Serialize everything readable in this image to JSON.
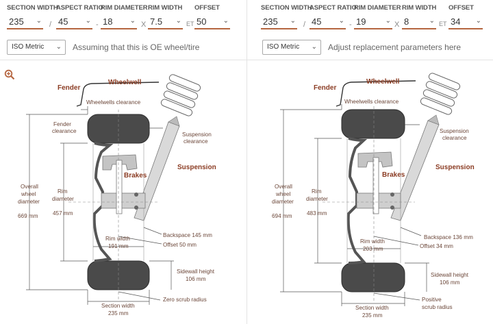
{
  "panels": [
    {
      "params": [
        {
          "label": "SECTION WIDTH",
          "value": "235"
        },
        {
          "label": "ASPECT RATIO",
          "value": "45"
        },
        {
          "label": "RIM DIAMETER",
          "value": "18"
        },
        {
          "label": "RIM WIDTH",
          "value": "7.5"
        },
        {
          "label": "OFFSET",
          "value": "50"
        }
      ],
      "separators": [
        "/",
        "-",
        "X",
        "ET"
      ],
      "standard": "ISO Metric",
      "note": "Assuming that this is OE wheel/tire",
      "diagram": {
        "fender": "Fender",
        "wheelwell": "Wheelwell",
        "wheelwells_clearance": "Wheelwells clearance",
        "fender_clearance_1": "Fender",
        "fender_clearance_2": "clearance",
        "suspension_clearance_1": "Suspension",
        "suspension_clearance_2": "clearance",
        "suspension": "Suspension",
        "brakes": "Brakes",
        "overall_1": "Overall",
        "overall_2": "wheel",
        "overall_3": "diameter",
        "overall_value": "669 mm",
        "rim_1": "Rim",
        "rim_2": "diameter",
        "rim_value": "457 mm",
        "backspace": "Backspace 145 mm",
        "offset": "Offset 50 mm",
        "rim_width_1": "Rim width",
        "rim_width_2": "191 mm",
        "sidewall_1": "Sidewall height",
        "sidewall_2": "106 mm",
        "section_1": "Section width",
        "section_2": "235 mm",
        "scrub_1": "Zero scrub radius",
        "scrub_2": ""
      }
    },
    {
      "params": [
        {
          "label": "SECTION WIDTH",
          "value": "235"
        },
        {
          "label": "ASPECT RATIO",
          "value": "45"
        },
        {
          "label": "RIM DIAMETER",
          "value": "19"
        },
        {
          "label": "RIM WIDTH",
          "value": "8"
        },
        {
          "label": "OFFSET",
          "value": "34"
        }
      ],
      "separators": [
        "/",
        "-",
        "X",
        "ET"
      ],
      "standard": "ISO Metric",
      "note": "Adjust replacement parameters here",
      "diagram": {
        "fender": "Fender",
        "wheelwell": "Wheelwell",
        "wheelwells_clearance": "Wheelwells clearance",
        "fender_clearance_1": "Fender",
        "fender_clearance_2": "clearance",
        "suspension_clearance_1": "Suspension",
        "suspension_clearance_2": "clearance",
        "suspension": "Suspension",
        "brakes": "Brakes",
        "overall_1": "Overall",
        "overall_2": "wheel",
        "overall_3": "diameter",
        "overall_value": "694 mm",
        "rim_1": "Rim",
        "rim_2": "diameter",
        "rim_value": "483 mm",
        "backspace": "Backspace 136 mm",
        "offset": "Offset 34 mm",
        "rim_width_1": "Rim width",
        "rim_width_2": "203 mm",
        "sidewall_1": "Sidewall height",
        "sidewall_2": "106 mm",
        "section_1": "Section width",
        "section_2": "235 mm",
        "scrub_1": "Positive",
        "scrub_2": "scrub radius"
      }
    }
  ],
  "icons": {
    "zoom": "zoom-in-icon",
    "chevron": "chevron-down-icon"
  },
  "colors": {
    "accent": "#b5653f",
    "label": "#6b4638",
    "heading": "#8a3b22",
    "tire": "#4a4a4a"
  }
}
